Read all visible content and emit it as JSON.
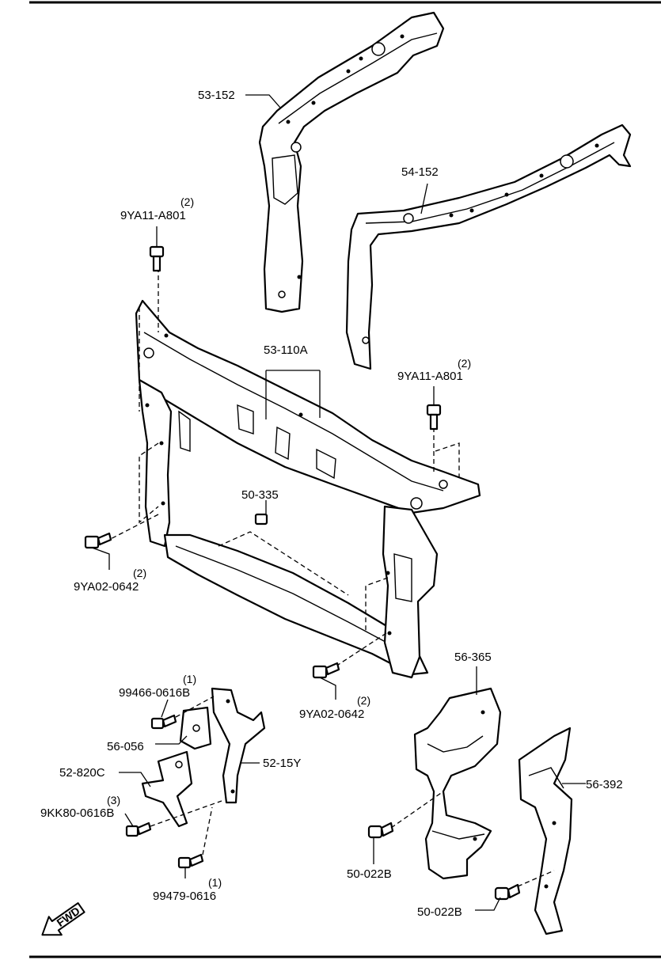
{
  "labels": {
    "p53_152": "53-152",
    "p54_152": "54-152",
    "p9ya11_left": "9YA11-A801",
    "q9ya11_left": "(2)",
    "p53_110a": "53-110A",
    "p9ya11_right": "9YA11-A801",
    "q9ya11_right": "(2)",
    "p50_335": "50-335",
    "p9ya02_left": "9YA02-0642",
    "q9ya02_left": "(2)",
    "p9ya02_right": "9YA02-0642",
    "q9ya02_right": "(2)",
    "p56_365": "56-365",
    "p99466": "99466-0616B",
    "q99466": "(1)",
    "p56_056": "56-056",
    "p52_15y": "52-15Y",
    "p52_820c": "52-820C",
    "p9kk80": "9KK80-0616B",
    "q9kk80": "(3)",
    "p56_392": "56-392",
    "p50_022b_left": "50-022B",
    "p99479": "99479-0616",
    "q99479": "(1)",
    "p50_022b_right": "50-022B",
    "fwd": "FWD"
  }
}
